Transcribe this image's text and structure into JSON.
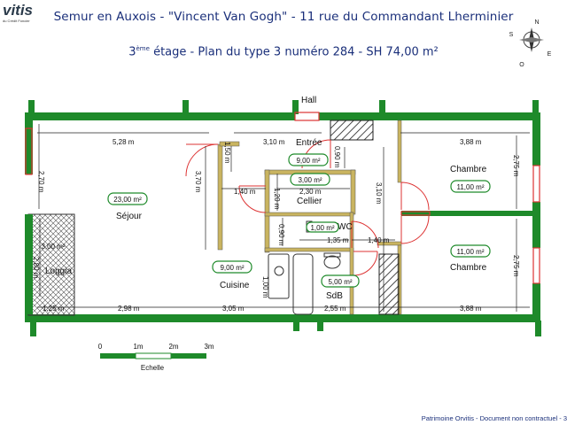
{
  "logo": {
    "brand": "vitis",
    "sub": "du Crédit Foncier"
  },
  "header": {
    "line1": "Semur en Auxois - \"Vincent Van Gogh\" - 11 rue du Commandant Lherminier",
    "line2_floor": "3",
    "line2_sup": "ème",
    "line2_rest": " étage - Plan du type 3 numéro 284 - SH 74,00 m²"
  },
  "compass": {
    "n": "N",
    "e": "E",
    "s": "S",
    "o": "O"
  },
  "rooms": {
    "hall": "Hall",
    "entree": "Entrée",
    "sejour": "Séjour",
    "cellier": "Cellier",
    "wc": "WC",
    "loggia": "Loggia",
    "cuisine": "Cuisine",
    "sdb": "SdB",
    "chambre1": "Chambre",
    "chambre2": "Chambre"
  },
  "areas": {
    "entree": "9,00 m²",
    "sejour": "23,00 m²",
    "cellier": "3,00 m²",
    "wc": "1,00 m²",
    "loggia": "3,00 m²",
    "cuisine": "9,00 m²",
    "sdb": "5,00 m²",
    "chambre1": "11,00 m²",
    "chambre2": "11,00 m²"
  },
  "dimensions": {
    "d528": "5,28 m",
    "d310a": "3,10 m",
    "d388a": "3,88 m",
    "d270": "2,70 m",
    "d370": "3,70 m",
    "d150": "1,50 m",
    "d140a": "1,40 m",
    "d120": "1,20 m",
    "d230": "2,30 m",
    "d090a": "0,90 m",
    "d310b": "3,10 m",
    "d275a": "2,75 m",
    "d090b": "0,90 m",
    "d135": "1,35 m",
    "d140b": "1,40 m",
    "d275b": "2,75 m",
    "d100": "1,00 m",
    "d280": "2,80 m",
    "d125": "1,25 m",
    "d298": "2,98 m",
    "d305": "3,05 m",
    "d255": "2,55 m",
    "d388b": "3,88 m"
  },
  "scale": {
    "labels": [
      "0",
      "1m",
      "2m",
      "3m"
    ],
    "caption": "Echelle"
  },
  "footer": "Patrimoine Orvitis - Document non contractuel - 3"
}
